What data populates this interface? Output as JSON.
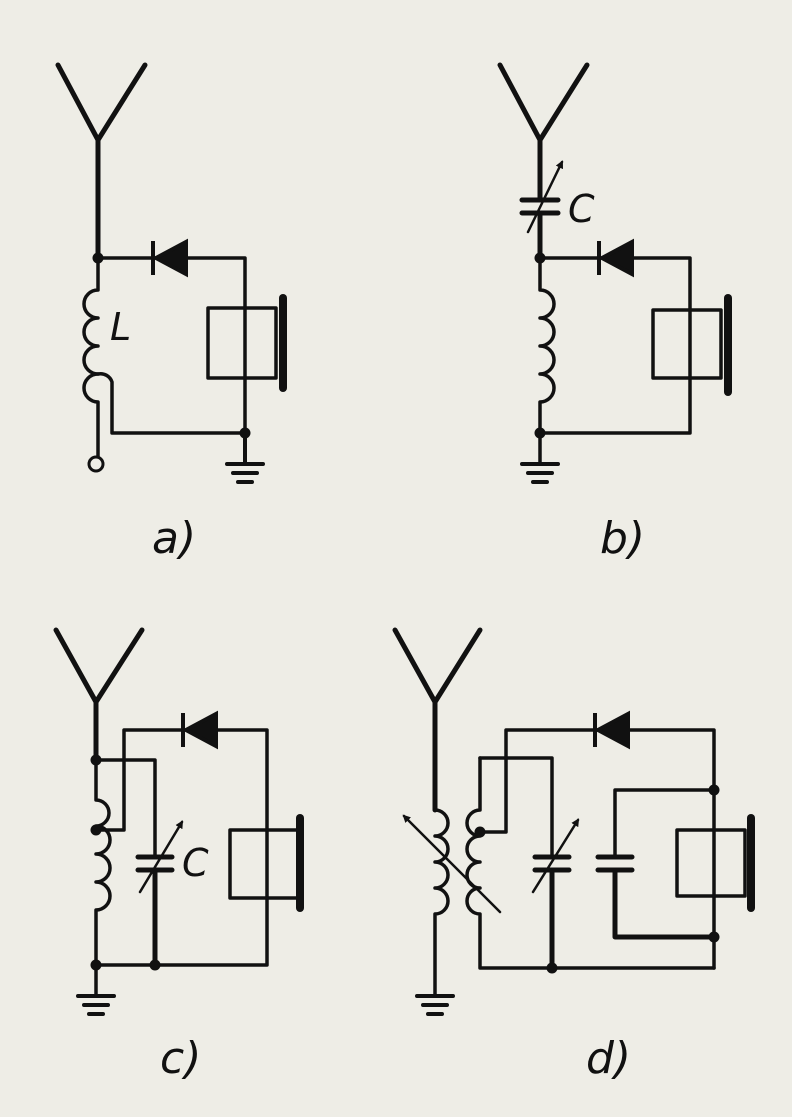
{
  "colors": {
    "paper": "#eeede6",
    "ink": "#111111"
  },
  "diagrams": [
    {
      "caption": "a)",
      "labels": {
        "coil": "L"
      }
    },
    {
      "caption": "b)",
      "labels": {
        "capacitor": "C"
      }
    },
    {
      "caption": "c)",
      "labels": {
        "capacitor": "C"
      }
    },
    {
      "caption": "d)",
      "labels": {}
    }
  ]
}
